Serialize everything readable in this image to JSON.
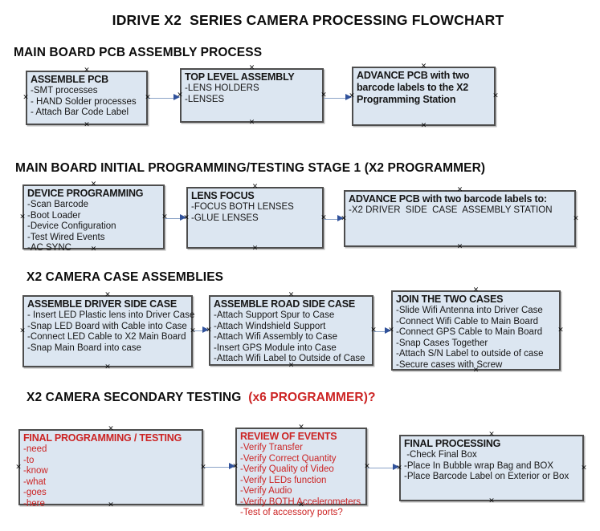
{
  "title": "IDRIVE X2  SERIES CAMERA PROCESSING FLOWCHART",
  "colors": {
    "background": "#ffffff",
    "box_fill": "#dce6f1",
    "box_border": "#4d4d4d",
    "body_text": "#161616",
    "red_accent": "#cc2424",
    "connector_line": "#8ba3c7",
    "connector_head": "#31529b"
  },
  "icons": {
    "connection_point": "×"
  },
  "sections": [
    {
      "heading": "MAIN BOARD PCB ASSEMBLY PROCESS",
      "heading_suffix": "",
      "boxes": [
        {
          "title": "ASSEMBLE PCB",
          "style": "default",
          "items": [
            "-SMT processes",
            "- HAND Solder processes",
            "- Attach Bar Code Label"
          ]
        },
        {
          "title": "TOP LEVEL ASSEMBLY",
          "style": "default",
          "items": [
            "-LENS HOLDERS",
            "-LENSES"
          ]
        },
        {
          "title": "ADVANCE PCB with two barcode labels to the X2 Programming Station",
          "style": "default",
          "items": []
        }
      ]
    },
    {
      "heading": "MAIN BOARD INITIAL PROGRAMMING/TESTING STAGE 1 (X2 PROGRAMMER)",
      "heading_suffix": "",
      "boxes": [
        {
          "title": "DEVICE PROGRAMMING",
          "style": "default",
          "items": [
            "-Scan Barcode",
            "-Boot Loader",
            "-Device Configuration",
            "-Test Wired Events",
            "-AC SYNC"
          ]
        },
        {
          "title": "LENS FOCUS",
          "style": "default",
          "items": [
            "-FOCUS BOTH LENSES",
            "-GLUE LENSES"
          ]
        },
        {
          "title": "ADVANCE PCB with two barcode labels to:",
          "style": "default",
          "items": [
            "-X2 DRIVER  SIDE  CASE  ASSEMBLY STATION"
          ]
        }
      ]
    },
    {
      "heading": "X2 CAMERA CASE ASSEMBLIES",
      "heading_suffix": "",
      "boxes": [
        {
          "title": "ASSEMBLE DRIVER SIDE CASE",
          "style": "default",
          "items": [
            "- Insert LED Plastic lens into Driver Case",
            "-Snap LED Board with Cable into Case",
            "-Connect LED Cable to X2 Main Board",
            "-Snap Main Board into case"
          ]
        },
        {
          "title": "ASSEMBLE ROAD SIDE CASE",
          "style": "default",
          "items": [
            "-Attach Support Spur to Case",
            "-Attach Windshield Support",
            "-Attach Wifi Assembly to Case",
            "-Insert GPS Module into Case",
            "-Attach Wifi Label to Outside of Case"
          ]
        },
        {
          "title": "JOIN THE TWO CASES",
          "style": "default",
          "items": [
            "-Slide Wifi Antenna into Driver Case",
            "-Connect Wifi Cable to Main Board",
            "-Connect GPS Cable to Main Board",
            "-Snap Cases Together",
            "-Attach S/N Label to outside of case",
            "-Secure cases with Screw"
          ]
        }
      ]
    },
    {
      "heading": "X2 CAMERA SECONDARY TESTING  ",
      "heading_suffix": "(x6 PROGRAMMER)?",
      "boxes": [
        {
          "title": "FINAL PROGRAMMING / TESTING",
          "style": "red",
          "items": [
            "-need",
            "-to",
            "-know",
            "-what",
            "-goes",
            "-here"
          ]
        },
        {
          "title": "REVIEW OF EVENTS",
          "style": "red",
          "items": [
            "-Verify Transfer",
            "-Verify Correct Quantity",
            "-Verify Quality of Video",
            "-Verify LEDs function",
            "-Verify Audio",
            "-Verify BOTH Accelerometers",
            "-Test of accessory ports?"
          ]
        },
        {
          "title": "FINAL PROCESSING",
          "style": "default",
          "items": [
            " -Check Final Box",
            "-Place In Bubble wrap Bag and BOX",
            "-Place Barcode Label on Exterior or Box"
          ]
        }
      ]
    }
  ]
}
